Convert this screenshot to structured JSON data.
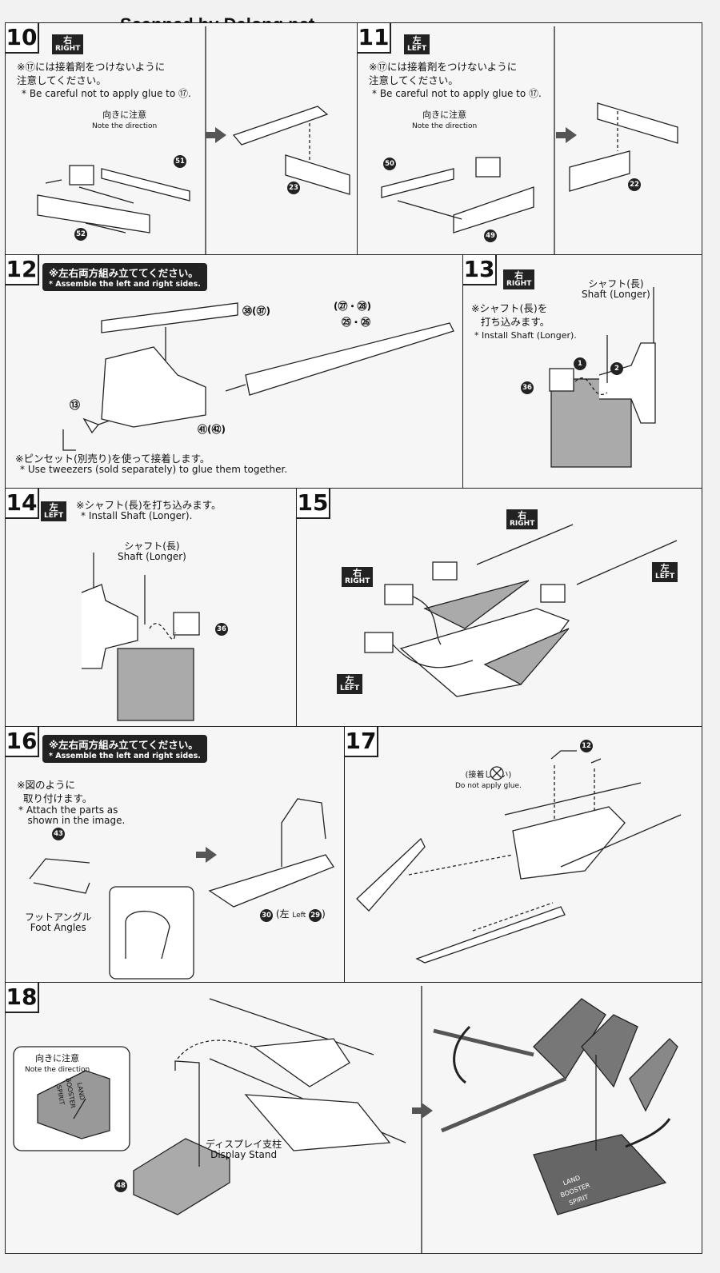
{
  "watermark": "Scanned by Dalong.net",
  "steps": {
    "s10": {
      "num": "10",
      "badge_jp": "右",
      "badge_en": "RIGHT",
      "note_jp_line1": "※⑰には接着剤をつけないように",
      "note_jp_line2": "注意してください。",
      "note_en": "* Be careful not to apply glue to ⑰.",
      "direction_jp": "向きに注意",
      "direction_en": "Note the direction",
      "parts": [
        "51",
        "52",
        "23"
      ]
    },
    "s11": {
      "num": "11",
      "badge_jp": "左",
      "badge_en": "LEFT",
      "note_jp_line1": "※⑰には接着剤をつけないように",
      "note_jp_line2": "注意してください。",
      "note_en": "* Be careful not to apply glue to ⑰.",
      "direction_jp": "向きに注意",
      "direction_en": "Note the direction",
      "parts": [
        "50",
        "49",
        "22"
      ]
    },
    "s12": {
      "num": "12",
      "caption_jp": "※左右両方組み立ててください。",
      "caption_en": "* Assemble the left and right sides.",
      "part_38": "㊳(㊲)",
      "part_27": "(㉗・㉘)",
      "part_25": "㉕・㉖",
      "part_41": "㊶(㊷)",
      "part_13": "⑬",
      "note_jp": "※ピンセット(別売り)を使って接着します。",
      "note_en": "* Use tweezers (sold separately) to glue them together."
    },
    "s13": {
      "num": "13",
      "badge_jp": "右",
      "badge_en": "RIGHT",
      "shaft_jp": "シャフト(長)",
      "shaft_en": "Shaft (Longer)",
      "note_jp_line1": "※シャフト(長)を",
      "note_jp_line2": "打ち込みます。",
      "note_en": "* Install Shaft (Longer).",
      "part": "36",
      "step1": "1",
      "step2": "2"
    },
    "s14": {
      "num": "14",
      "badge_jp": "左",
      "badge_en": "LEFT",
      "note_jp": "※シャフト(長)を打ち込みます。",
      "note_en": "* Install Shaft (Longer).",
      "shaft_jp": "シャフト(長)",
      "shaft_en": "Shaft (Longer)",
      "part": "36"
    },
    "s15": {
      "num": "15",
      "badge_right_jp": "右",
      "badge_right_en": "RIGHT",
      "badge_left_jp": "左",
      "badge_left_en": "LEFT"
    },
    "s16": {
      "num": "16",
      "caption_jp": "※左右両方組み立ててください。",
      "caption_en": "* Assemble the left and right sides.",
      "note_jp_line1": "※図のように",
      "note_jp_line2": "取り付けます。",
      "note_en_line1": "* Attach the parts as",
      "note_en_line2": "shown in the image.",
      "part_43": "43",
      "foot_jp": "フットアングル",
      "foot_en": "Foot Angles",
      "part_30": "30",
      "left_jp": "左",
      "left_en": "Left",
      "part_29": "29"
    },
    "s17": {
      "num": "17",
      "part": "12",
      "noglue_jp": "(接着しない)",
      "noglue_en": "Do not apply glue."
    },
    "s18": {
      "num": "18",
      "direction_jp": "向きに注意",
      "direction_en": "Note the direction",
      "base_text": "LAND BOOSTER SPIRIT",
      "stand_jp": "ディスプレイ支柱",
      "stand_en": "Display Stand",
      "part": "48"
    }
  }
}
